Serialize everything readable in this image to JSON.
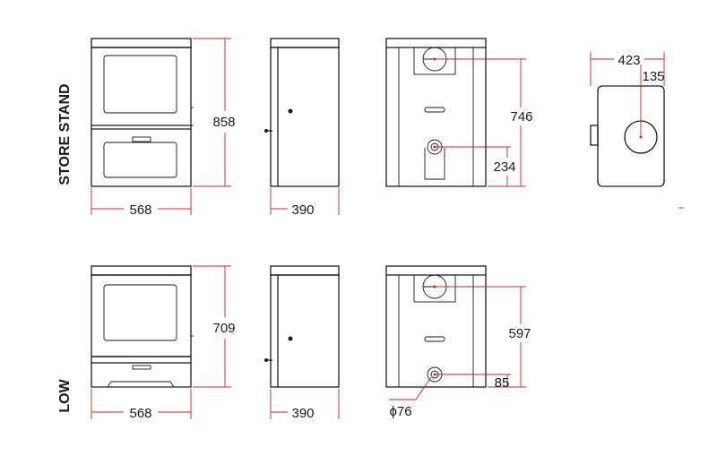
{
  "rows": {
    "store_stand_label": "STORE STAND",
    "low_label": "LOW"
  },
  "store_stand": {
    "width": "568",
    "height": "858",
    "depth": "390",
    "flue_top_height": "746",
    "flue_rear_height": "234"
  },
  "top_view": {
    "depth": "423",
    "flue_offset": "135"
  },
  "low": {
    "width": "568",
    "height": "709",
    "depth": "390",
    "flue_top_height": "597",
    "flue_rear_height": "85",
    "flue_diameter": "ϕ76"
  },
  "colors": {
    "dimension_line": "#d42020",
    "outline": "#1a1a1a"
  }
}
